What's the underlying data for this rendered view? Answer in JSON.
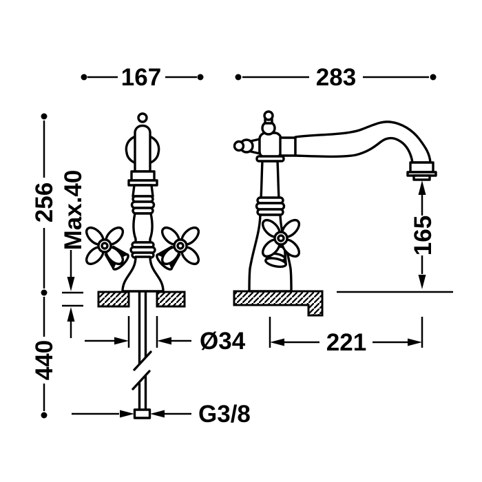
{
  "colors": {
    "ink": "#000000",
    "background": "#ffffff"
  },
  "dimensions": {
    "front_width": {
      "label": "167"
    },
    "side_width": {
      "label": "283"
    },
    "height_above_deck": {
      "label": "256"
    },
    "max_deck_thickness": {
      "label": "Max.40"
    },
    "overall_height": {
      "label": "440"
    },
    "hole_diameter": {
      "label": "Ø34"
    },
    "spout_reach": {
      "label": "221"
    },
    "outlet_height": {
      "label": "165"
    },
    "inlet_connection": {
      "label": "G3/8"
    }
  }
}
